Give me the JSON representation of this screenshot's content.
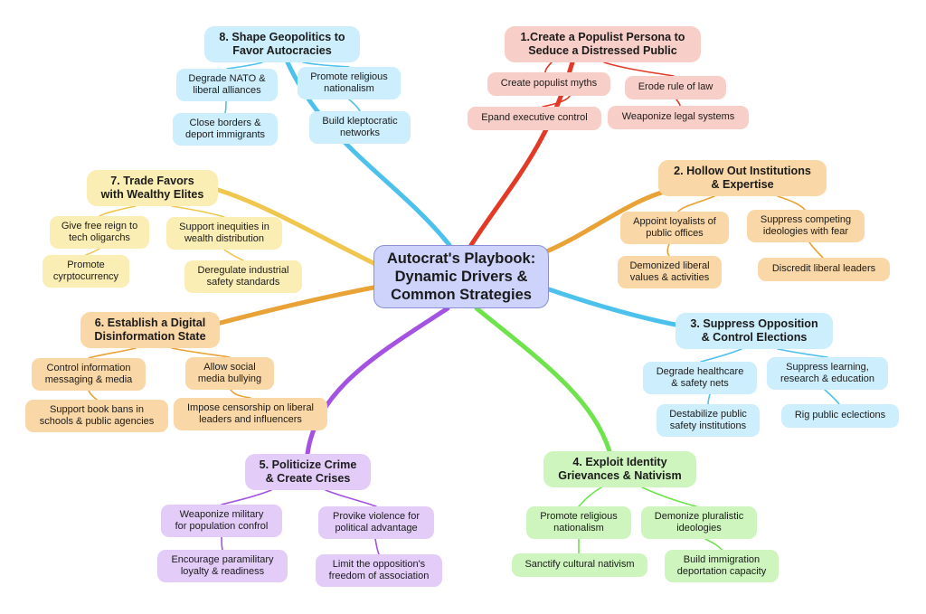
{
  "center": {
    "lines": [
      "Autocrat's Playbook:",
      "Dynamic Drivers &",
      "Common Strategies"
    ]
  },
  "branches": [
    {
      "id": "populist-persona",
      "color": "#e23a26",
      "fill": "#f8cfc8",
      "lines": [
        "1.Create a Populist Persona to",
        "Seduce a Distressed Public"
      ],
      "children": [
        {
          "lines": [
            "Create populist myths"
          ]
        },
        {
          "lines": [
            "Erode rule of law"
          ]
        },
        {
          "lines": [
            "Epand executive control"
          ]
        },
        {
          "lines": [
            "Weaponize legal systems"
          ]
        }
      ]
    },
    {
      "id": "hollow-institutions",
      "color": "#e9a235",
      "fill": "#f9d7a6",
      "lines": [
        "2. Hollow Out Institutions",
        "& Expertise"
      ],
      "children": [
        {
          "lines": [
            "Appoint loyalists of",
            "public offices"
          ]
        },
        {
          "lines": [
            "Suppress competing",
            "ideologies with fear"
          ]
        },
        {
          "lines": [
            "Demonized liberal",
            "values & activities"
          ]
        },
        {
          "lines": [
            "Discredit liberal leaders"
          ]
        }
      ]
    },
    {
      "id": "suppress-opposition",
      "color": "#4cc1ec",
      "fill": "#cdeefc",
      "lines": [
        "3. Suppress Opposition",
        "& Control Elections"
      ],
      "children": [
        {
          "lines": [
            "Degrade healthcare",
            "& safety nets"
          ]
        },
        {
          "lines": [
            "Suppress learning,",
            "research & education"
          ]
        },
        {
          "lines": [
            "Destabilize public",
            "safety institutions"
          ]
        },
        {
          "lines": [
            "Rig public eclections"
          ]
        }
      ]
    },
    {
      "id": "identity-grievances",
      "color": "#6fe34b",
      "fill": "#cdf5bd",
      "lines": [
        "4. Exploit Identity",
        "Grievances & Nativism"
      ],
      "children": [
        {
          "lines": [
            "Promote religious",
            "nationalism"
          ]
        },
        {
          "lines": [
            "Demonize pluralistic",
            "ideologies"
          ]
        },
        {
          "lines": [
            "Sanctify cultural nativism"
          ]
        },
        {
          "lines": [
            "Build immigration",
            "deportation capacity"
          ]
        }
      ]
    },
    {
      "id": "politicize-crime",
      "color": "#a352e2",
      "fill": "#e3cdf8",
      "lines": [
        "5. Politicize Crime",
        "& Create Crises"
      ],
      "children": [
        {
          "lines": [
            "Weaponize military",
            "for population confrol"
          ]
        },
        {
          "lines": [
            "Provike violence for",
            "political advantage"
          ]
        },
        {
          "lines": [
            "Encourage paramilitary",
            "loyalty & readiness"
          ]
        },
        {
          "lines": [
            "Limit the opposition's",
            "freedom of association"
          ]
        }
      ]
    },
    {
      "id": "disinformation-state",
      "color": "#e9a235",
      "fill": "#f9d7a6",
      "lines": [
        "6. Establish a Digital",
        "Disinformation State"
      ],
      "children": [
        {
          "lines": [
            "Control information",
            "messaging & media"
          ]
        },
        {
          "lines": [
            "Allow social",
            "media bullying"
          ]
        },
        {
          "lines": [
            "Support book bans in",
            "schools & public agencies"
          ]
        },
        {
          "lines": [
            "Impose censorship on liberal",
            "leaders and influencers"
          ]
        }
      ]
    },
    {
      "id": "trade-favors",
      "color": "#f0c64e",
      "fill": "#fbeeb5",
      "lines": [
        "7. Trade Favors",
        "with Wealthy Elites"
      ],
      "children": [
        {
          "lines": [
            "Give free reign to",
            "tech oligarchs"
          ]
        },
        {
          "lines": [
            "Support inequities in",
            "wealth distribution"
          ]
        },
        {
          "lines": [
            "Promote",
            "cyrptocurrency"
          ]
        },
        {
          "lines": [
            "Deregulate industrial",
            "safety standards"
          ]
        }
      ]
    },
    {
      "id": "geopolitics",
      "color": "#4cc1ec",
      "fill": "#cdeefc",
      "lines": [
        "8. Shape Geopolitics to",
        "Favor Autocracies"
      ],
      "children": [
        {
          "lines": [
            "Degrade NATO &",
            "liberal alliances"
          ]
        },
        {
          "lines": [
            "Promote religious",
            "nationalism"
          ]
        },
        {
          "lines": [
            "Close borders &",
            "deport immigrants"
          ]
        },
        {
          "lines": [
            "Build kleptocratic",
            "networks"
          ]
        }
      ]
    }
  ],
  "center_style": {
    "fill": "#cdd3fb",
    "border": "#8a8fd8"
  }
}
